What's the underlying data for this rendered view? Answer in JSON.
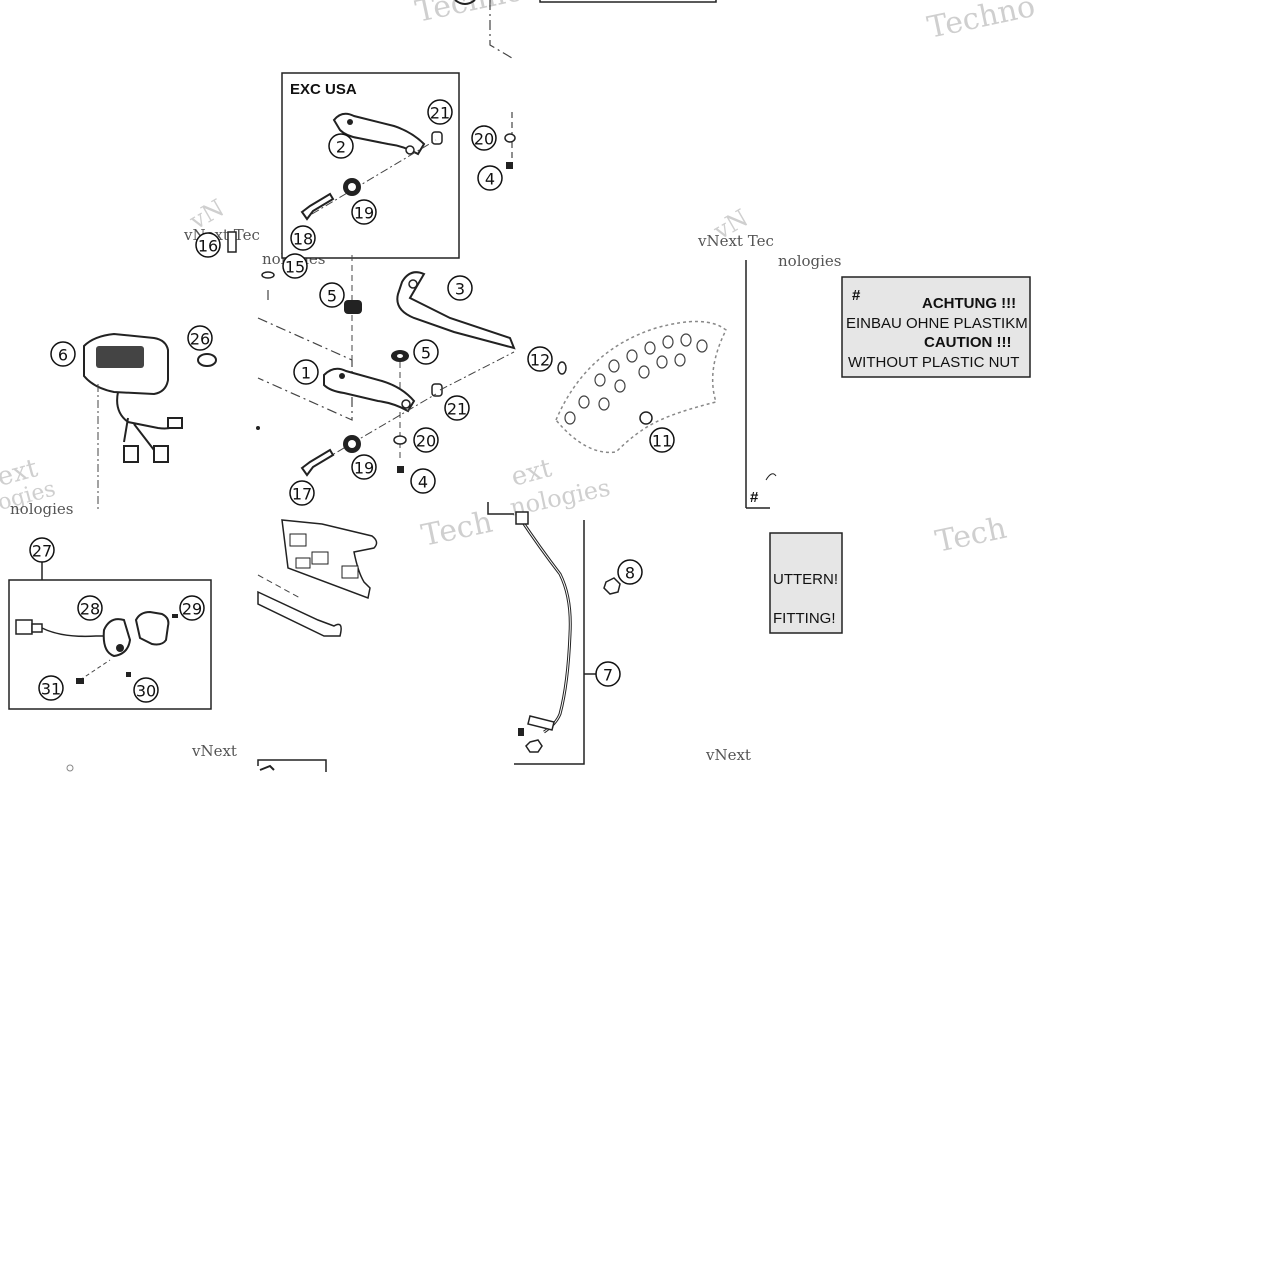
{
  "inset_exc_usa": {
    "title": "EXC USA",
    "parts": [
      "2",
      "21",
      "20",
      "4",
      "19",
      "18"
    ]
  },
  "main": {
    "parts": [
      "16",
      "15",
      "5",
      "5",
      "3",
      "1",
      "21",
      "12",
      "6",
      "26",
      "20",
      "19",
      "4",
      "17",
      "11",
      "8",
      "7"
    ]
  },
  "inset_sensor": {
    "parts": [
      "27",
      "28",
      "29",
      "31",
      "30"
    ]
  },
  "note": {
    "hash": "#",
    "line1": "ACHTUNG !!!",
    "line2": "EINBAU OHNE PLASTIKM",
    "line3": "CAUTION !!!",
    "line4": "WITHOUT PLASTIC NUT",
    "frag1": "UTTERN!",
    "frag2": "FITTING!",
    "hash2": "#"
  },
  "watermarks": {
    "w1": "Techno",
    "w2": "Techno",
    "w3": "vNext Tec",
    "w4": "nologies",
    "w5": "vNext Tec",
    "w6": "nologies",
    "w7": "ext",
    "w8": "ogies",
    "w9": "nologies",
    "w10": "Tech",
    "w11": "ext",
    "w12": "nologies",
    "w13": "Tech",
    "w14": "vNext",
    "w15": "vNext",
    "w16": "vN",
    "w17": "vN"
  }
}
